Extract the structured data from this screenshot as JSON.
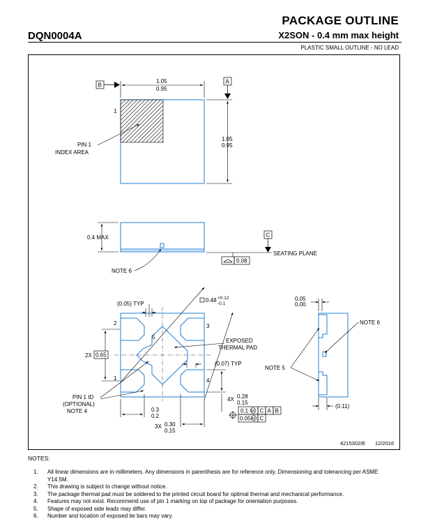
{
  "header": {
    "title": "PACKAGE OUTLINE",
    "doc_number": "DQN0004A",
    "subtitle": "X2SON - 0.4 mm max height",
    "sub_subtitle": "PLASTIC SMALL OUTLINE - NO LEAD"
  },
  "drawing": {
    "datum_a": "A",
    "datum_b": "B",
    "datum_c": "C",
    "top_view": {
      "width_max": "1.05",
      "width_min": "0.95",
      "height_max": "1.05",
      "height_min": "0.95",
      "pin1_number": "1",
      "pin1_label_line1": "PIN 1",
      "pin1_label_line2": "INDEX AREA"
    },
    "side_view": {
      "max_height": "0.4 MAX",
      "note_label": "NOTE 6",
      "flatness": "0.08",
      "seating_plane": "SEATING PLANE"
    },
    "bottom_view": {
      "typ_005": "(0.05) TYP",
      "pad_size": "0.48",
      "pad_plus": "+0.12",
      "pad_minus": "-0.1",
      "pitch_prefix": "2X",
      "pitch_value": "0.65",
      "pin2": "2",
      "pin3": "3",
      "pin1": "1",
      "pin4": "4",
      "pad_number": "5",
      "exposed_line1": "EXPOSED",
      "exposed_line2": "THERMAL PAD",
      "typ_007": "(0.07) TYP",
      "pin1id_line1": "PIN 1 ID",
      "pin1id_line2": "(OPTIONAL)",
      "pin1id_line3": "NOTE 4",
      "lead_w_prefix": "4X",
      "lead_w_max": "0.28",
      "lead_w_min": "0.15",
      "lead_l_max": "0.3",
      "lead_l_min": "0.2",
      "lead_l2_prefix": "3X",
      "lead_l2_max": "0.30",
      "lead_l2_min": "0.15",
      "fcf1_tol": "0.1",
      "fcf1_m": "M",
      "fcf1_c": "C",
      "fcf1_a": "A",
      "fcf1_b": "B",
      "fcf2_tol": "0.05",
      "fcf2_m": "M",
      "fcf2_c": "C"
    },
    "section_view": {
      "dim_max": "0.05",
      "dim_min": "0.00",
      "note6": "NOTE 6",
      "note5": "NOTE 5",
      "dim_011": "(0.11)"
    },
    "drawing_number": "4215302/E",
    "drawing_date": "12/2016"
  },
  "notes": {
    "heading": "NOTES:",
    "items": [
      {
        "num": "1.",
        "text": "All linear dimensions are in millimeters. Any dimensions in parenthesis are for reference only. Dimensioning and tolerancing per ASME Y14.5M."
      },
      {
        "num": "2.",
        "text": "This drawing is subject to change without notice."
      },
      {
        "num": "3.",
        "text": "The package thermal pad must be soldered to the printed circuit board for optimal thermal and mechanical performance."
      },
      {
        "num": "4.",
        "text": "Features may not exist. Recommend use of pin 1 marking on top of package for orientation purposes."
      },
      {
        "num": "5.",
        "text": "Shape of exposed side leads may differ."
      },
      {
        "num": "6.",
        "text": "Number and location of exposed tie bars may vary."
      }
    ]
  }
}
